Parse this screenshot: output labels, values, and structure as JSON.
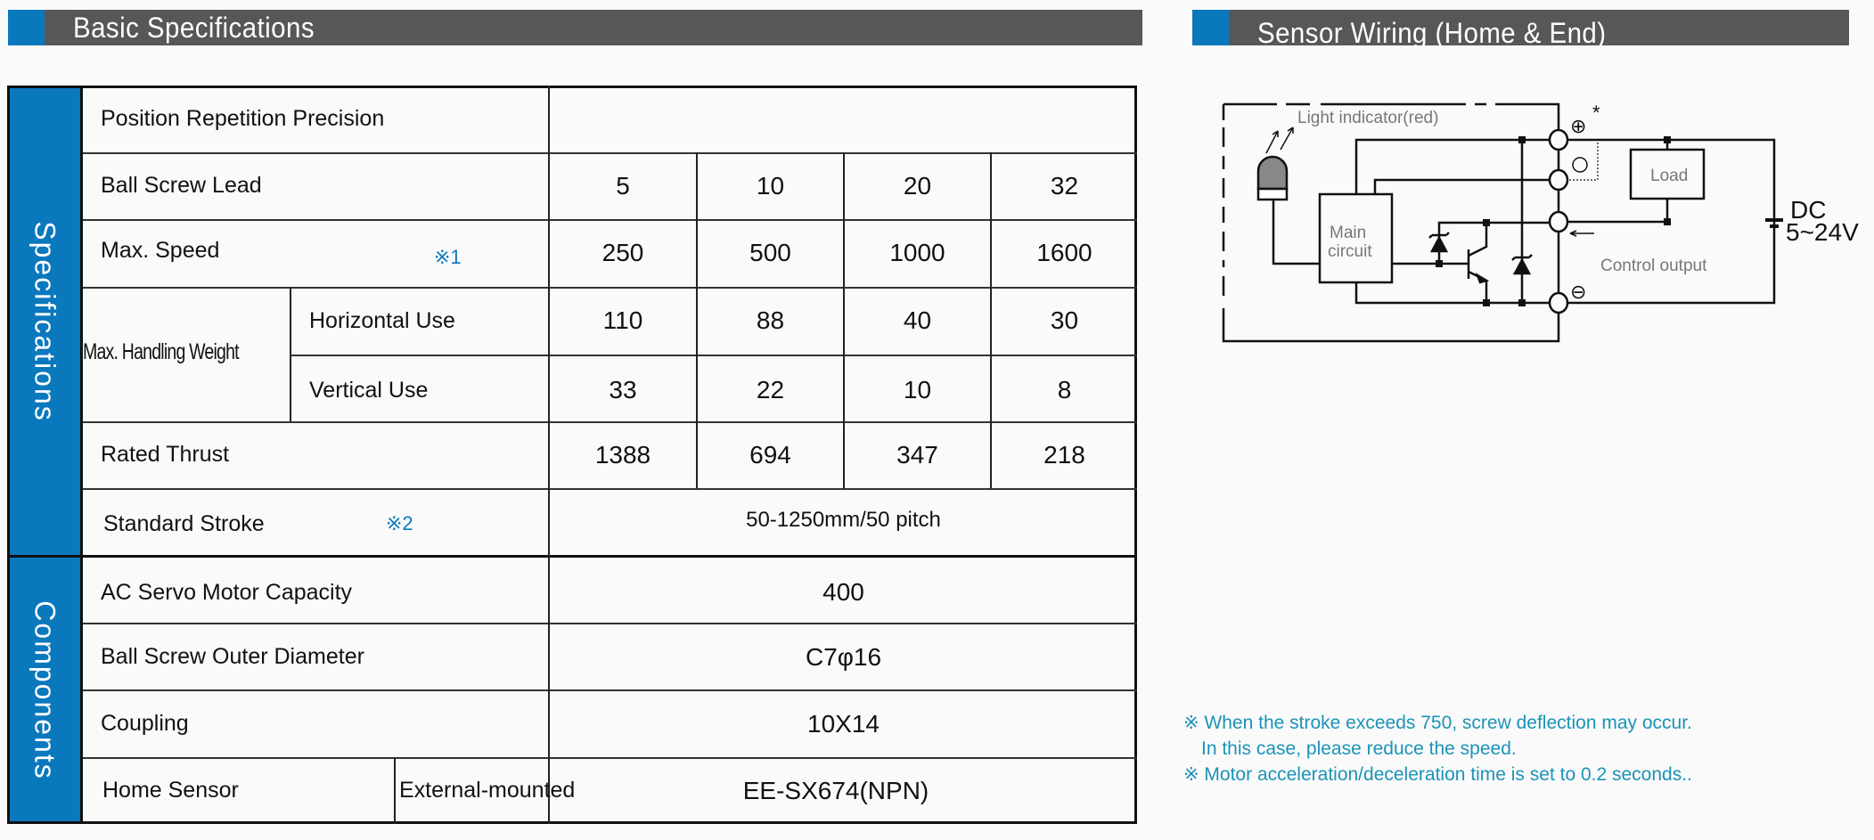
{
  "left_header": {
    "title": "Basic Specifications"
  },
  "right_header": {
    "title": "Sensor Wiring (Home & End)"
  },
  "table": {
    "groups": {
      "specifications": "Specifications",
      "components": "Components"
    },
    "rows": {
      "precision": {
        "label": "Position Repetition Precision"
      },
      "lead": {
        "label": "Ball Screw Lead",
        "values": [
          "5",
          "10",
          "20",
          "32"
        ]
      },
      "speed": {
        "label": "Max. Speed",
        "note": "※1",
        "values": [
          "250",
          "500",
          "1000",
          "1600"
        ]
      },
      "weight": {
        "label": "Max. Handling Weight",
        "horizontal": {
          "label": "Horizontal Use",
          "values": [
            "110",
            "88",
            "40",
            "30"
          ]
        },
        "vertical": {
          "label": "Vertical Use",
          "values": [
            "33",
            "22",
            "10",
            "8"
          ]
        }
      },
      "thrust": {
        "label": "Rated Thrust",
        "values": [
          "1388",
          "694",
          "347",
          "218"
        ]
      },
      "stroke": {
        "label": "Standard Stroke",
        "note": "※2",
        "value": "50-1250mm/50 pitch"
      },
      "motor": {
        "label": "AC Servo Motor Capacity",
        "value": "400"
      },
      "diameter": {
        "label": "Ball Screw Outer Diameter",
        "value": "C7φ16"
      },
      "coupling": {
        "label": "Coupling",
        "value": "10X14"
      },
      "sensor": {
        "label": "Home Sensor",
        "sub": "External-mounted",
        "value": "EE-SX674(NPN)"
      }
    }
  },
  "diagram": {
    "light_indicator": "Light indicator(red)",
    "main_circuit": [
      "Main",
      "circuit"
    ],
    "load": "Load",
    "control_output": "Control output",
    "dc": "DC",
    "voltage": "5~24V",
    "plus": "⊕",
    "minus": "⊖",
    "asterisk": "*"
  },
  "footnotes": [
    "※ When the stroke exceeds 750, screw deflection may occur.",
    "In this case, please reduce the speed.",
    "※ Motor acceleration/deceleration time is set to 0.2 seconds.."
  ],
  "colors": {
    "accent": "#0a78bd",
    "header": "#595657",
    "note": "#1b93b8"
  }
}
